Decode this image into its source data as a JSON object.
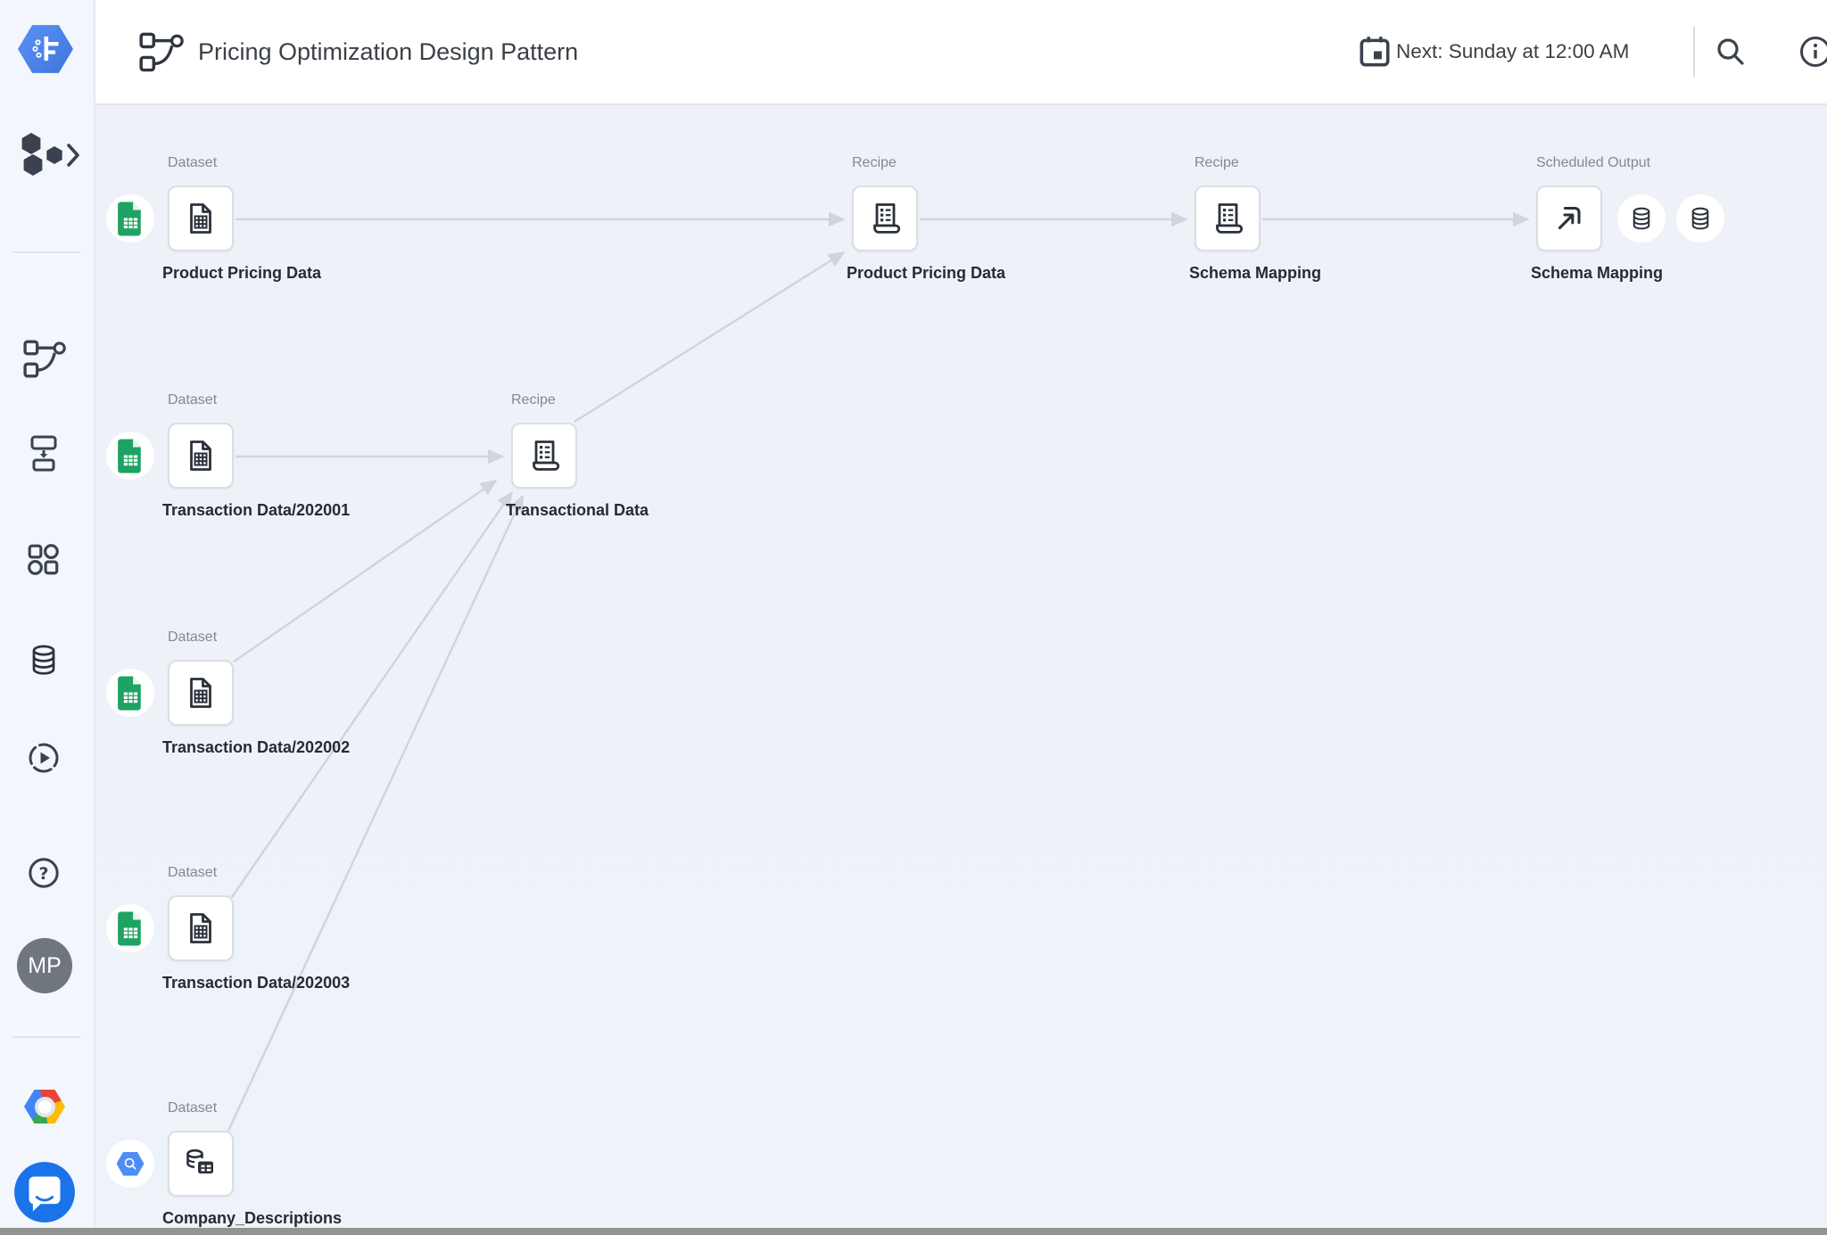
{
  "header": {
    "title": "Pricing Optimization Design Pattern",
    "title_icon": "flow-icon",
    "schedule_icon": "calendar-icon",
    "schedule_label": "Next: Sunday at 12:00 AM",
    "action_icons": [
      "search-icon",
      "info-icon"
    ]
  },
  "sidebar": {
    "logo_icon": "dataprep-hexagon-logo",
    "nav_icons": [
      "flows-menu-hexagons-icon",
      "chevron-right-icon",
      "flow-icon",
      "plan-icon",
      "library-grid-icon",
      "database-icon",
      "job-history-icon",
      "help-icon"
    ],
    "avatar_initials": "MP",
    "footer_icons": [
      "google-cloud-logo",
      "support-chat-icon"
    ]
  },
  "canvas": {
    "nodes": [
      {
        "type": "Dataset",
        "title": "Product Pricing Data",
        "badge": "google-sheets"
      },
      {
        "type": "Recipe",
        "title": "Product Pricing Data"
      },
      {
        "type": "Recipe",
        "title": "Schema Mapping"
      },
      {
        "type": "Scheduled Output",
        "title": "Schema Mapping",
        "destination_icons": [
          "database-icon",
          "database-icon"
        ]
      },
      {
        "type": "Dataset",
        "title": "Transaction Data/202001",
        "badge": "google-sheets"
      },
      {
        "type": "Recipe",
        "title": "Transactional Data"
      },
      {
        "type": "Dataset",
        "title": "Transaction Data/202002",
        "badge": "google-sheets"
      },
      {
        "type": "Dataset",
        "title": "Transaction Data/202003",
        "badge": "google-sheets"
      },
      {
        "type": "Dataset",
        "title": "Company_Descriptions",
        "badge": "bigquery"
      }
    ],
    "edges": [
      {
        "from": "Product Pricing Data (Dataset)",
        "to": "Product Pricing Data (Recipe)"
      },
      {
        "from": "Product Pricing Data (Recipe)",
        "to": "Schema Mapping (Recipe)"
      },
      {
        "from": "Schema Mapping (Recipe)",
        "to": "Schema Mapping (Scheduled Output)"
      },
      {
        "from": "Transaction Data/202001 (Dataset)",
        "to": "Transactional Data (Recipe)"
      },
      {
        "from": "Transactional Data (Recipe)",
        "to": "Product Pricing Data (Recipe)"
      },
      {
        "from": "Transaction Data/202002 (Dataset)",
        "to": "Transactional Data (Recipe)"
      },
      {
        "from": "Transaction Data/202003 (Dataset)",
        "to": "Transactional Data (Recipe)"
      },
      {
        "from": "Company_Descriptions (Dataset)",
        "to": "Transactional Data (Recipe)"
      }
    ]
  },
  "colors": {
    "canvas_bg": "#eef1f8",
    "rail_bg": "#f3f6fc",
    "edge_line": "#ced5df",
    "icon_dark": "#2b313b",
    "sheets_green": "#1ea362",
    "bigquery_blue": "#4e8df7",
    "chat_blue": "#1a73e8",
    "avatar_gray": "#6f767d"
  }
}
